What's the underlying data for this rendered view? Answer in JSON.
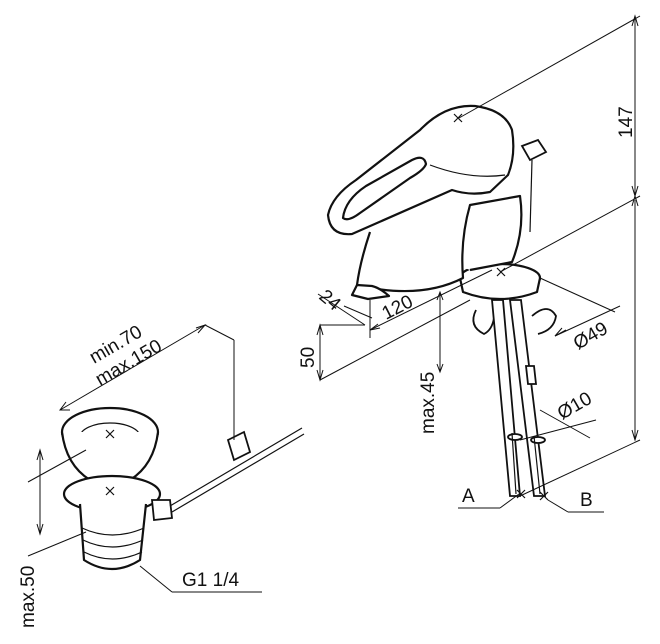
{
  "labels": {
    "height_top": "147",
    "spout_reach": "120",
    "spout_angle": "24",
    "base_height": "50",
    "base_diameter": "Ø49",
    "thickness": "max.45",
    "hose_diameter": "Ø10",
    "hose_a": "A",
    "hose_b": "B",
    "drain_min": "min.70",
    "drain_max": "max.150",
    "drain_height": "max.50",
    "drain_thread": "G1 1/4"
  }
}
